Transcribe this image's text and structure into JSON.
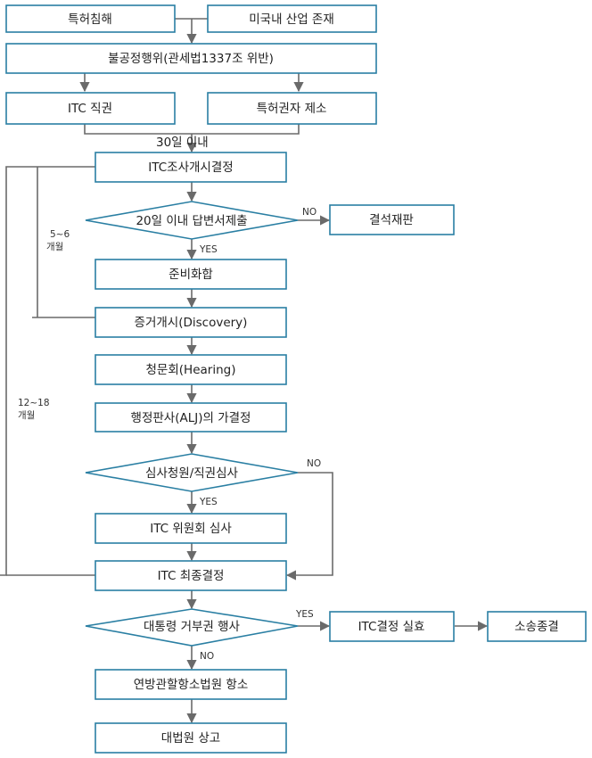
{
  "nodes": {
    "infringement": "특허침해",
    "us_industry": "미국내 산업 존재",
    "unfair_act": "불공정행위(관세법1337조 위반)",
    "itc_direct": "ITC 직권",
    "patentee_complaint": "특허권자 제소",
    "investigation_start": "ITC조사개시결정",
    "answer_20days": "20일 이내 답변서제출",
    "default_judgment": "결석재판",
    "preparatory": "준비화합",
    "discovery": "증거개시(Discovery)",
    "hearing": "청문회(Hearing)",
    "alj_initial": "행정판사(ALJ)의 가결정",
    "review_petition": "심사청원/직권심사",
    "commission_review": "ITC 위원회 심사",
    "final_determination": "ITC 최종결정",
    "presidential_veto": "대통령 거부권 행사",
    "itc_void": "ITC결정 실효",
    "suit_end": "소송종결",
    "federal_circuit": "연방관할항소법원 항소",
    "supreme_court": "대법원 상고"
  },
  "labels": {
    "days30": "30일 이내",
    "no1": "NO",
    "yes1": "YES",
    "months5_6_a": "5~6",
    "months5_6_b": "개월",
    "months12_18_a": "12~18",
    "months12_18_b": "개월",
    "no2": "NO",
    "yes2": "YES",
    "yes3": "YES",
    "no3": "NO"
  }
}
